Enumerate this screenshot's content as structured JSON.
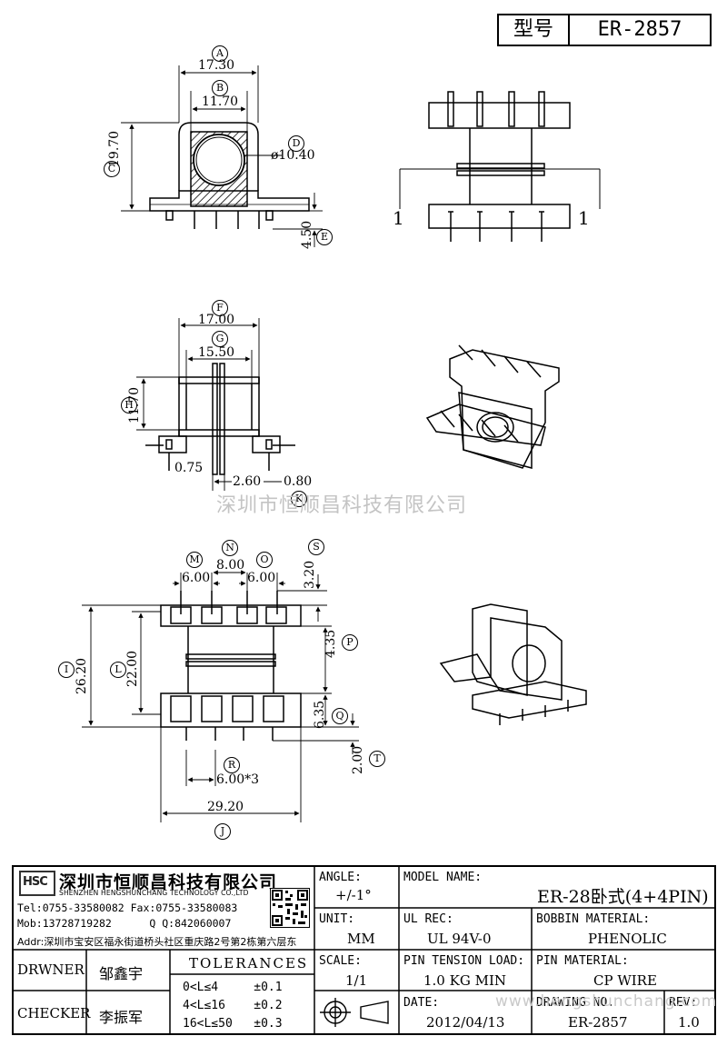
{
  "header": {
    "model_label": "型号",
    "model_value": "ER-2857"
  },
  "dimensions": {
    "A": {
      "letter": "A",
      "value": "17.30"
    },
    "B": {
      "letter": "B",
      "value": "11.70"
    },
    "C": {
      "letter": "C",
      "value": "19.70"
    },
    "D": {
      "letter": "D",
      "value": "ø10.40"
    },
    "E": {
      "letter": "E",
      "value": "4.50"
    },
    "F": {
      "letter": "F",
      "value": "17.00"
    },
    "G": {
      "letter": "G",
      "value": "15.50"
    },
    "H": {
      "letter": "H",
      "value": "11.70"
    },
    "K": {
      "letter": "K",
      "value": "0.80"
    },
    "I": {
      "letter": "I",
      "value": "26.20"
    },
    "L": {
      "letter": "L",
      "value": "22.00"
    },
    "M": {
      "letter": "M",
      "value": "6.00"
    },
    "N": {
      "letter": "N",
      "value": "8.00"
    },
    "O": {
      "letter": "O",
      "value": "6.00"
    },
    "S": {
      "letter": "S",
      "value": "3.20"
    },
    "P": {
      "letter": "P",
      "value": "4.35"
    },
    "Q": {
      "letter": "Q",
      "value": "6.35"
    },
    "T": {
      "letter": "T",
      "value": "2.00"
    },
    "R": {
      "letter": "R",
      "value": "6.00*3"
    },
    "J": {
      "letter": "J",
      "value": "29.20"
    },
    "side_left": "0.75",
    "side_mid": "2.60"
  },
  "pin_marks": {
    "left": "1",
    "right": "1"
  },
  "watermark": {
    "center": "深圳市恒顺昌科技有限公司",
    "footer": "www.hengshunchang.com"
  },
  "company": {
    "logo_text": "HSC",
    "name_cn": "深圳市恒顺昌科技有限公司",
    "name_en": "SHENZHEN HENGSHUNCHANG TECHNOLOGY CO.,LTD",
    "tel_fax": "Tel:0755-33580082 Fax:0755-33580083",
    "mob_qq": "Mob:13728719282      Q Q:842060007",
    "addr": "Addr:深圳市宝安区福永街道桥头社区重庆路2号第2栋第六层东"
  },
  "title_block": {
    "angle_label": "ANGLE:",
    "angle_value": "+/-1°",
    "model_name_label": "MODEL NAME:",
    "model_name_value": "ER-28卧式(4+4PIN)",
    "unit_label": "UNIT:",
    "unit_value": "MM",
    "ul_rec_label": "UL REC:",
    "ul_rec_value": "UL 94V-0",
    "bobbin_material_label": "BOBBIN MATERIAL:",
    "bobbin_material_value": "PHENOLIC",
    "drawer_label": "DRWNER",
    "drawer_value": "邹鑫宇",
    "tolerances_label": "TOLERANCES",
    "tol_1": "0<L≤4     ±0.1",
    "tol_2": "4<L≤16    ±0.2",
    "tol_3": "16<L≤50   ±0.3",
    "scale_label": "SCALE:",
    "scale_value": "1/1",
    "pin_tension_label": "PIN TENSION LOAD:",
    "pin_tension_value": "1.0 KG MIN",
    "pin_material_label": "PIN MATERIAL:",
    "pin_material_value": "CP WIRE",
    "checker_label": "CHECKER",
    "checker_value": "李振军",
    "date_label": "DATE:",
    "date_value": "2012/04/13",
    "drawing_no_label": "DRAWING NO.",
    "drawing_no_value": "ER-2857",
    "rev_label": "REV:",
    "rev_value": "1.0"
  }
}
